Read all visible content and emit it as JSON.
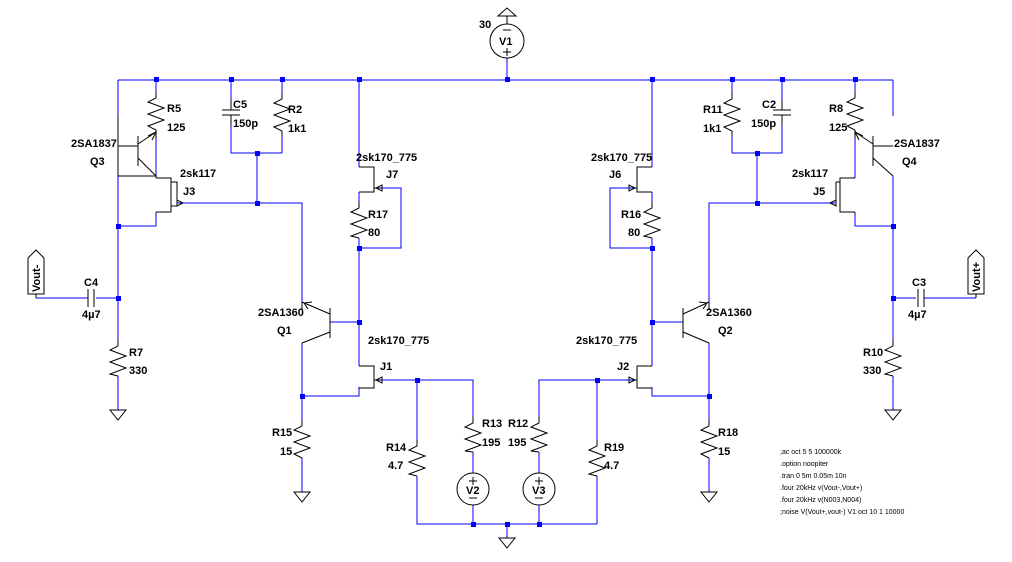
{
  "colors": {
    "wire": "#0000ff",
    "symbol": "#000000",
    "background": "#ffffff"
  },
  "supply": {
    "name": "V1",
    "value": "30"
  },
  "resistors": [
    {
      "name": "R5",
      "value": "125"
    },
    {
      "name": "R2",
      "value": "1k1"
    },
    {
      "name": "R11",
      "value": "1k1"
    },
    {
      "name": "R8",
      "value": "125"
    },
    {
      "name": "R17",
      "value": "80"
    },
    {
      "name": "R16",
      "value": "80"
    },
    {
      "name": "R7",
      "value": "330"
    },
    {
      "name": "R10",
      "value": "330"
    },
    {
      "name": "R15",
      "value": "15"
    },
    {
      "name": "R18",
      "value": "15"
    },
    {
      "name": "R14",
      "value": "4.7"
    },
    {
      "name": "R13",
      "value": "195"
    },
    {
      "name": "R12",
      "value": "195"
    },
    {
      "name": "R19",
      "value": "4.7"
    }
  ],
  "capacitors": [
    {
      "name": "C5",
      "value": "150p"
    },
    {
      "name": "C2",
      "value": "150p"
    },
    {
      "name": "C4",
      "value": "4µ7"
    },
    {
      "name": "C3",
      "value": "4µ7"
    }
  ],
  "bjts": [
    {
      "name": "Q3",
      "model": "2SA1837"
    },
    {
      "name": "Q4",
      "model": "2SA1837"
    },
    {
      "name": "Q1",
      "model": "2SA1360"
    },
    {
      "name": "Q2",
      "model": "2SA1360"
    }
  ],
  "jfets": [
    {
      "name": "J3",
      "model": "2sk117"
    },
    {
      "name": "J5",
      "model": "2sk117"
    },
    {
      "name": "J7",
      "model": "2sk170_775"
    },
    {
      "name": "J6",
      "model": "2sk170_775"
    },
    {
      "name": "J1",
      "model": "2sk170_775"
    },
    {
      "name": "J2",
      "model": "2sk170_775"
    }
  ],
  "sources": [
    {
      "name": "V2"
    },
    {
      "name": "V3"
    }
  ],
  "ports": [
    {
      "label": "Vout-"
    },
    {
      "label": "Vout+"
    }
  ],
  "spice_directives": [
    ";ac oct 5 5 100000k",
    ".option noopiter",
    ".tran 0 5m 0.05m 10n",
    ".four 20kHz v(Vout-,Vout+)",
    ".four 20kHz v(N003,N004)",
    ";noise V(Vout+,vout-) V1 oct 10 1 10000"
  ]
}
